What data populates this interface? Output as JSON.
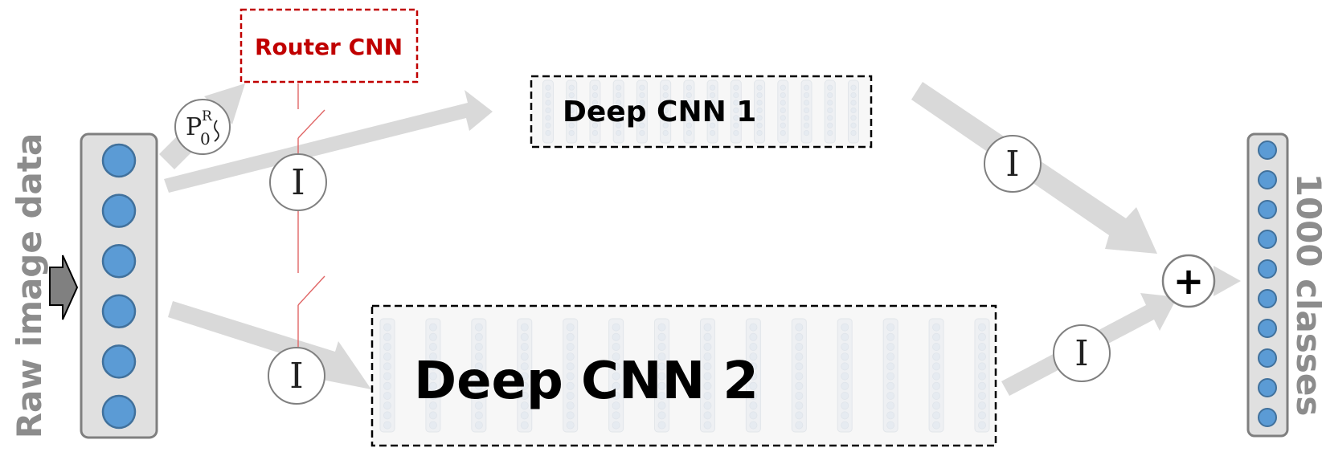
{
  "labels": {
    "input": "Raw image data",
    "output": "1000 classes",
    "router": "Router CNN",
    "cnn1": "Deep CNN 1",
    "cnn2": "Deep CNN 2",
    "sum_symbol": "+",
    "gate_symbol": "I",
    "router_prob_base": "P",
    "router_prob_sup": "R",
    "router_prob_sub": "0"
  },
  "input_layer": {
    "neurons": 6
  },
  "output_layer": {
    "neurons": 10
  },
  "colors": {
    "neuron_fill": "#5b9bd5",
    "neuron_stroke": "#41719c",
    "layer_fill": "#e0e0e0",
    "layer_stroke": "#7f7f7f",
    "flow_arrow": "#d9d9d9",
    "router_red": "#c00000",
    "label_gray": "#8c8c8c",
    "input_arrow": "#7f7f7f"
  }
}
